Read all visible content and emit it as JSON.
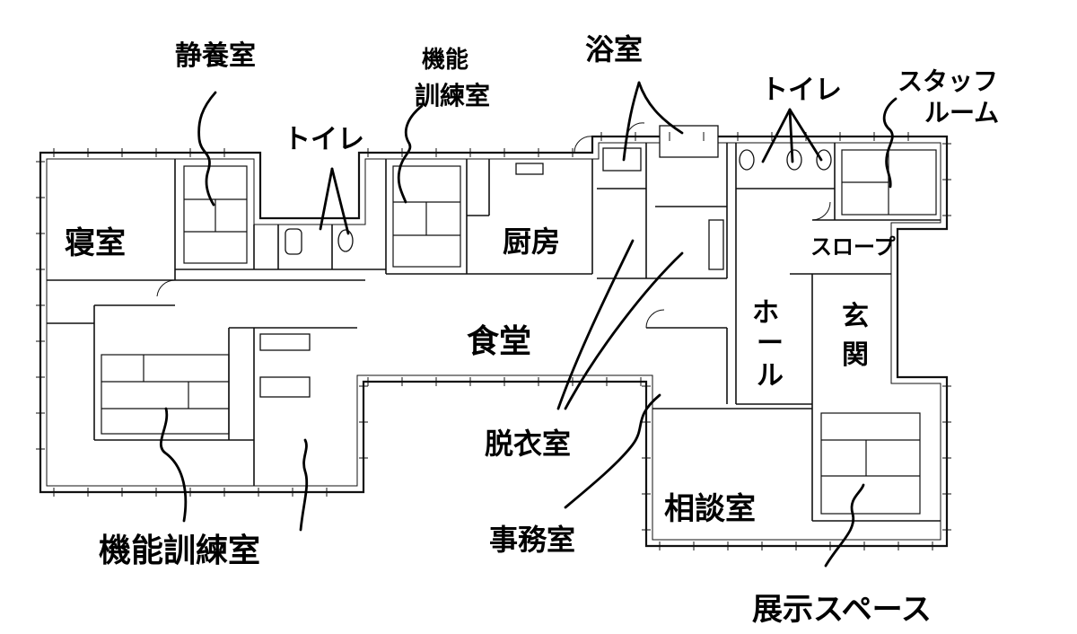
{
  "labels": {
    "shinshitsu": "寝室",
    "seiyoushitsu": "静養室",
    "toilet_left": "トイレ",
    "kinou_top_1": "機能",
    "kinou_top_2": "訓練室",
    "yokushitsu": "浴室",
    "toilet_right": "トイレ",
    "staff_1": "スタッフ",
    "staff_2": "ルーム",
    "chubou": "厨房",
    "slope": "スロープ",
    "hall_1": "ホ",
    "hall_2": "ー",
    "hall_3": "ル",
    "genkan_1": "玄",
    "genkan_2": "関",
    "shokudou": "食堂",
    "datsui": "脱衣室",
    "kinou_bottom": "機能訓練室",
    "jimu": "事務室",
    "soudan": "相談室",
    "tenji": "展示スペース"
  }
}
